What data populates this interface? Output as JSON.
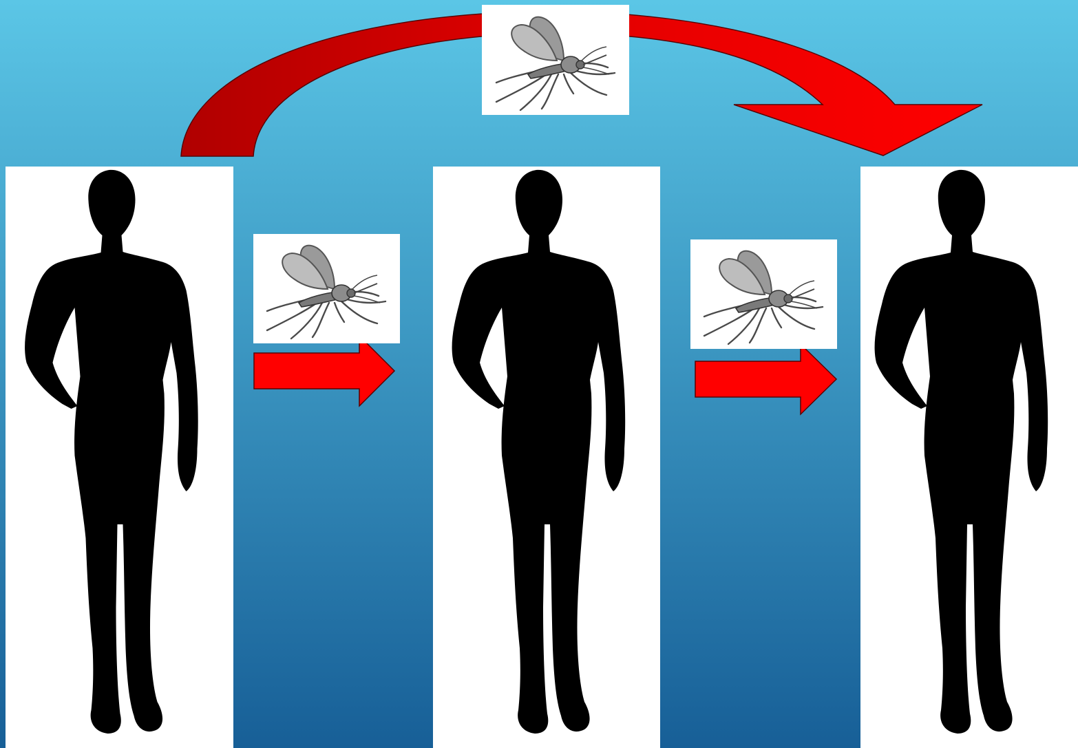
{
  "slide": {
    "background_top": "#5bc6e6",
    "background_bottom": "#175f97"
  },
  "people": [
    {
      "name": "person-1",
      "icon": "human-silhouette-icon"
    },
    {
      "name": "person-2",
      "icon": "human-silhouette-icon"
    },
    {
      "name": "person-3",
      "icon": "human-silhouette-icon"
    }
  ],
  "mosquitoes": [
    {
      "name": "mosquito-top",
      "icon": "mosquito-icon"
    },
    {
      "name": "mosquito-left",
      "icon": "mosquito-icon"
    },
    {
      "name": "mosquito-right",
      "icon": "mosquito-icon"
    }
  ],
  "arrows": {
    "color": "#ff0000",
    "dark_color": "#b00000",
    "outline": "#5a0000",
    "items": [
      {
        "name": "arrow-person1-to-person2",
        "from": "person-1",
        "to": "person-2"
      },
      {
        "name": "arrow-person2-to-person3",
        "from": "person-2",
        "to": "person-3"
      },
      {
        "name": "curved-arrow-person1-to-person3",
        "from": "person-1",
        "to": "person-3"
      }
    ]
  }
}
